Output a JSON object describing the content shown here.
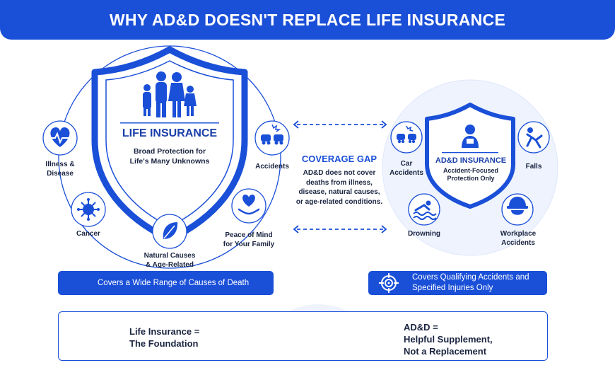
{
  "header": {
    "title": "WHY AD&D DOESN'T REPLACE LIFE INSURANCE"
  },
  "life": {
    "title": "LIFE INSURANCE",
    "subtitle_line1": "Broad Protection for",
    "subtitle_line2": "Life's Many Unknowns",
    "items": [
      {
        "line1": "Illness &",
        "line2": "Disease",
        "icon": "heartbeat-icon"
      },
      {
        "line1": "Accidents",
        "line2": "",
        "icon": "car-crash-icon"
      },
      {
        "line1": "Cancer",
        "line2": "",
        "icon": "virus-icon"
      },
      {
        "line1": "Peace of Mind",
        "line2": "for Your Family",
        "icon": "heart-hand-icon"
      },
      {
        "line1": "Natural Causes",
        "line2": "& Age-Related",
        "icon": "leaf-icon"
      }
    ]
  },
  "gap": {
    "title": "COVERAGE GAP",
    "line1": "AD&D does not cover",
    "line2": "deaths from illness,",
    "line3": "disease, natural causes,",
    "line4": "or age-related conditions."
  },
  "add": {
    "title": "AD&D INSURANCE",
    "subtitle_line1": "Accident-Focused",
    "subtitle_line2": "Protection Only",
    "items": [
      {
        "line1": "Car",
        "line2": "Accidents",
        "icon": "car-crash-icon"
      },
      {
        "line1": "Falls",
        "line2": "",
        "icon": "falling-person-icon"
      },
      {
        "line1": "Drowning",
        "line2": "",
        "icon": "swimmer-icon"
      },
      {
        "line1": "Workplace",
        "line2": "Accidents",
        "icon": "hard-hat-icon"
      }
    ]
  },
  "bars": {
    "left_text": "Covers a Wide Range of Causes of Death",
    "right_line1": "Covers Qualifying Accidents and",
    "right_line2": "Specified Injuries Only"
  },
  "bottom": {
    "left_line1": "Life Insurance =",
    "left_line2": "The Foundation",
    "right_line1": "AD&D =",
    "right_line2": "Helpful Supplement,",
    "right_line3": "Not a Replacement"
  },
  "colors": {
    "primary": "#1a4fd8",
    "dark": "#1a2440",
    "light_bg": "#eef3fd"
  }
}
